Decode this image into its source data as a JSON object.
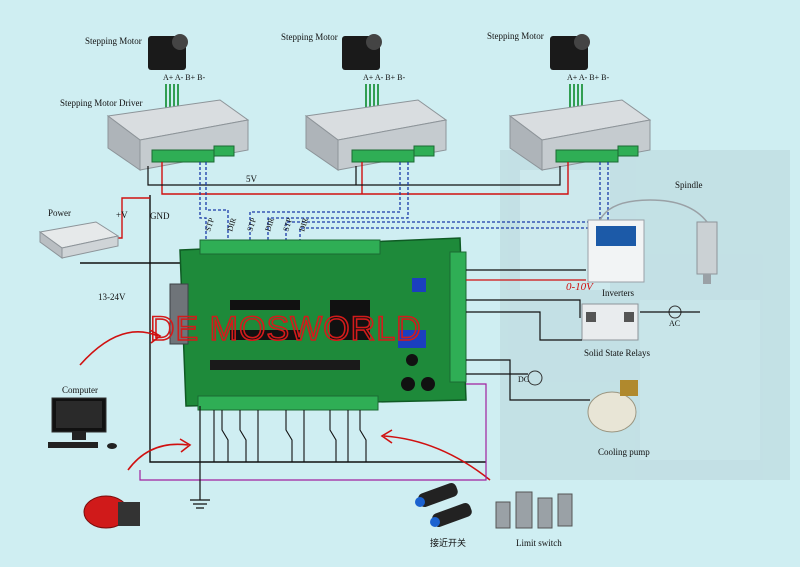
{
  "labels": {
    "stepping_motor": "Stepping Motor",
    "motor_pins": "A+ A- B+ B-",
    "stepping_motor_driver": "Stepping Motor Driver",
    "power": "Power",
    "plus_v": "+V",
    "gnd": "GND",
    "five_v": "5V",
    "v13_24": "13-24V",
    "computer": "Computer",
    "spindle": "Spindle",
    "inverters": "Inverters",
    "zero_ten_v": "0-10V",
    "solid_state_relays": "Solid State Relays",
    "cooling_pump": "Cooling pump",
    "proximity": "接近开关",
    "limit_switch": "Limit switch",
    "watermark": "DE MOSWORLD",
    "stp": "STP",
    "dir": "DIR",
    "ac": "AC",
    "dc": "DC"
  },
  "colors": {
    "background": "#cfeef2",
    "board": "#1e8a3a",
    "terminal": "#2fae55",
    "wire_green": "#0a8a2a",
    "wire_red": "#d01010",
    "wire_blue": "#1a3aa8",
    "wire_purple": "#a020a0",
    "watermark": "#d31b1b"
  }
}
